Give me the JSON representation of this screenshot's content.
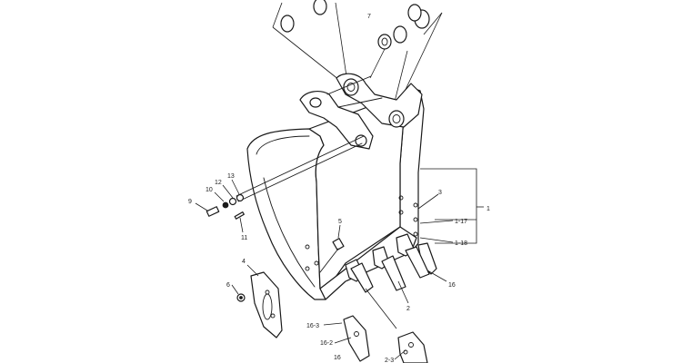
{
  "diagram": {
    "labels": {
      "p1": "1",
      "p1_17": "1-17",
      "p1_18": "1-18",
      "p2": "2",
      "p2_3": "2-3",
      "p3": "3",
      "p4": "4",
      "p5": "5",
      "p6": "6",
      "p7": "7",
      "p9": "9",
      "p10": "10",
      "p11": "11",
      "p12": "12",
      "p13": "13",
      "p16": "16",
      "p16_2": "16-2",
      "p16_3": "16-3",
      "p16_bottom": "16"
    }
  }
}
